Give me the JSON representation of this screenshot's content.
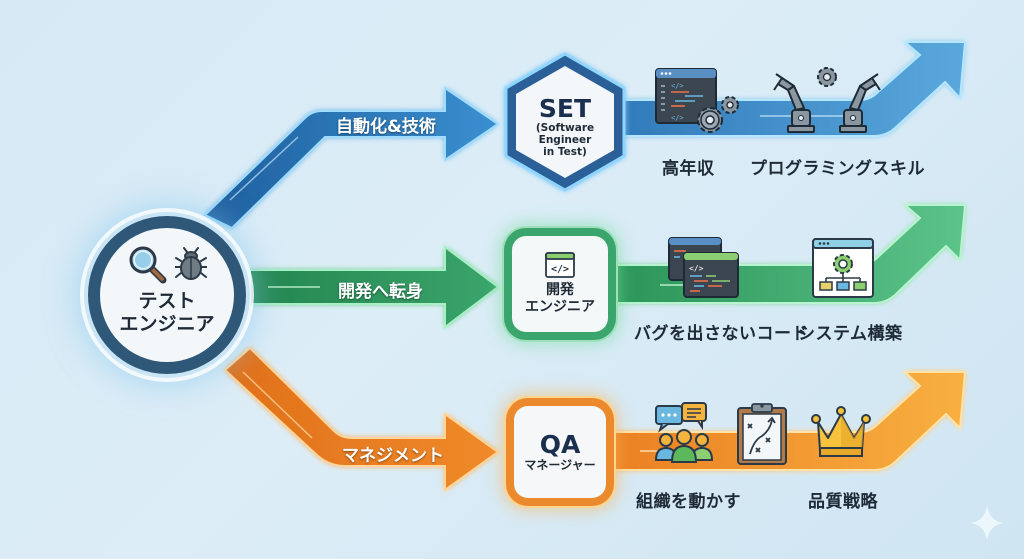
{
  "hub": {
    "title_line1": "テスト",
    "title_line2": "エンジニア",
    "icons": [
      "magnifier-icon",
      "bug-icon"
    ]
  },
  "paths": [
    {
      "id": "set",
      "arrow_label": "自動化&技術",
      "color": "#2f7fc0",
      "node": {
        "title": "SET",
        "subtitle_lines": [
          "(Software",
          "Engineer",
          "in Test)"
        ]
      },
      "features": [
        {
          "label": "高年収",
          "icon": "code-window-gears-icon"
        },
        {
          "label": "プログラミングスキル",
          "icon": "robot-arms-icon"
        }
      ]
    },
    {
      "id": "dev",
      "arrow_label": "開発へ転身",
      "color": "#2e9a62",
      "node": {
        "icon": "code-window-icon",
        "title_lines": [
          "開発",
          "エンジニア"
        ]
      },
      "features": [
        {
          "label": "バグを出さないコード",
          "icon": "code-editors-icon"
        },
        {
          "label": "システム構築",
          "icon": "system-architecture-icon"
        }
      ]
    },
    {
      "id": "qa",
      "arrow_label": "マネジメント",
      "color": "#ea8a2c",
      "node": {
        "title": "QA",
        "subtitle": "マネージャー"
      },
      "features": [
        {
          "label": "組織を動かす",
          "icon": "team-chat-icon"
        },
        {
          "label": "",
          "icon": "strategy-clipboard-icon"
        },
        {
          "label": "品質戦略",
          "icon": "crown-icon"
        }
      ]
    }
  ],
  "decor": {
    "icon": "sparkle-icon"
  }
}
